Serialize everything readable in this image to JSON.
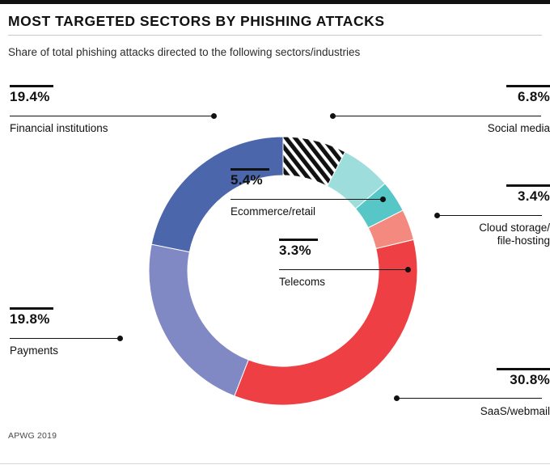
{
  "header": {
    "title": "MOST TARGETED SECTORS BY PHISHING ATTACKS",
    "subtitle": "Share of total phishing attacks directed to the following sectors/industries"
  },
  "footer": {
    "source": "APWG 2019"
  },
  "chart_data": {
    "type": "pie",
    "variant": "donut",
    "title": "MOST TARGETED SECTORS BY PHISHING ATTACKS",
    "subtitle": "Share of total phishing attacks directed to the following sectors/industries",
    "unit": "%",
    "value_suffix": "%",
    "total": 89.0,
    "legend": "none",
    "grid": false,
    "categories": [
      "Social media",
      "Ecommerce/retail",
      "Cloud storage/file-hosting",
      "Telecoms",
      "SaaS/webmail",
      "Payments",
      "Financial institutions"
    ],
    "values": [
      6.8,
      5.4,
      3.4,
      3.3,
      30.8,
      19.8,
      19.4
    ],
    "labels": [
      "6.8%",
      "5.4%",
      "3.4%",
      "3.3%",
      "30.8%",
      "19.8%",
      "19.4%"
    ],
    "colors": [
      "#111111",
      "#9DDDDC",
      "#56C6C6",
      "#F4897F",
      "#EE4044",
      "#8189C4",
      "#4C66AC"
    ],
    "slices": [
      {
        "name": "Social media",
        "value": 6.8,
        "label": "6.8%",
        "color": "#111111",
        "fill": "diagonal-hatch",
        "label_lines": [
          "Social media"
        ]
      },
      {
        "name": "Ecommerce/retail",
        "value": 5.4,
        "label": "5.4%",
        "color": "#9DDDDC",
        "fill": "solid",
        "label_lines": [
          "Ecommerce/retail"
        ]
      },
      {
        "name": "Cloud storage/file-hosting",
        "value": 3.4,
        "label": "3.4%",
        "color": "#56C6C6",
        "fill": "solid",
        "label_lines": [
          "Cloud storage/",
          "file-hosting"
        ]
      },
      {
        "name": "Telecoms",
        "value": 3.3,
        "label": "3.3%",
        "color": "#F4897F",
        "fill": "solid",
        "label_lines": [
          "Telecoms"
        ]
      },
      {
        "name": "SaaS/webmail",
        "value": 30.8,
        "label": "30.8%",
        "color": "#EE4044",
        "fill": "solid",
        "label_lines": [
          "SaaS/webmail"
        ]
      },
      {
        "name": "Payments",
        "value": 19.8,
        "label": "19.8%",
        "color": "#8189C4",
        "fill": "solid",
        "label_lines": [
          "Payments"
        ]
      },
      {
        "name": "Financial institutions",
        "value": 19.4,
        "label": "19.4%",
        "color": "#4C66AC",
        "fill": "solid",
        "label_lines": [
          "Financial institutions"
        ]
      }
    ]
  },
  "callouts": {
    "financial": {
      "pct": "19.4%",
      "name": "Financial institutions"
    },
    "payments": {
      "pct": "19.8%",
      "name": "Payments"
    },
    "social": {
      "pct": "6.8%",
      "name": "Social media"
    },
    "cloud": {
      "pct": "3.4%",
      "name_line1": "Cloud storage/",
      "name_line2": "file-hosting"
    },
    "saas": {
      "pct": "30.8%",
      "name": "SaaS/webmail"
    },
    "ecommerce": {
      "pct": "5.4%",
      "name": "Ecommerce/retail"
    },
    "telecoms": {
      "pct": "3.3%",
      "name": "Telecoms"
    }
  }
}
